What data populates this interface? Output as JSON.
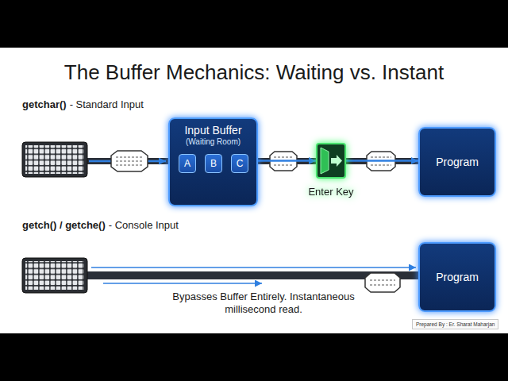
{
  "diagram": {
    "title": "The Buffer Mechanics: Waiting vs. Instant",
    "nodes": [
      {
        "text": [
          "Input Buffer",
          "(Waiting Room)"
        ]
      },
      {
        "text": [
          "A"
        ],
        "in": 0
      },
      {
        "text": [
          "B"
        ],
        "in": 0
      },
      {
        "text": [
          "C"
        ],
        "in": 0
      },
      {
        "text": [
          "Enter Key"
        ]
      },
      {
        "text": [
          "Program"
        ]
      },
      {
        "text": [
          "Program"
        ]
      }
    ],
    "edges": [
      {
        "from": 1,
        "to": 2,
        "arrow": "to"
      },
      {
        "from": 2,
        "to": 3,
        "arrow": "to"
      },
      {
        "from": 0,
        "to": 4,
        "arrow": "to"
      },
      {
        "from": 4,
        "to": 5,
        "arrow": "to"
      }
    ],
    "labels": [
      "getchar()",
      "- Standard Input",
      "getch() / getche()",
      "- Console Input",
      "Bypasses Buffer Entirely. Instantaneous millisecond read.",
      "Prepared By : Er. Sharat Maharjan"
    ]
  }
}
